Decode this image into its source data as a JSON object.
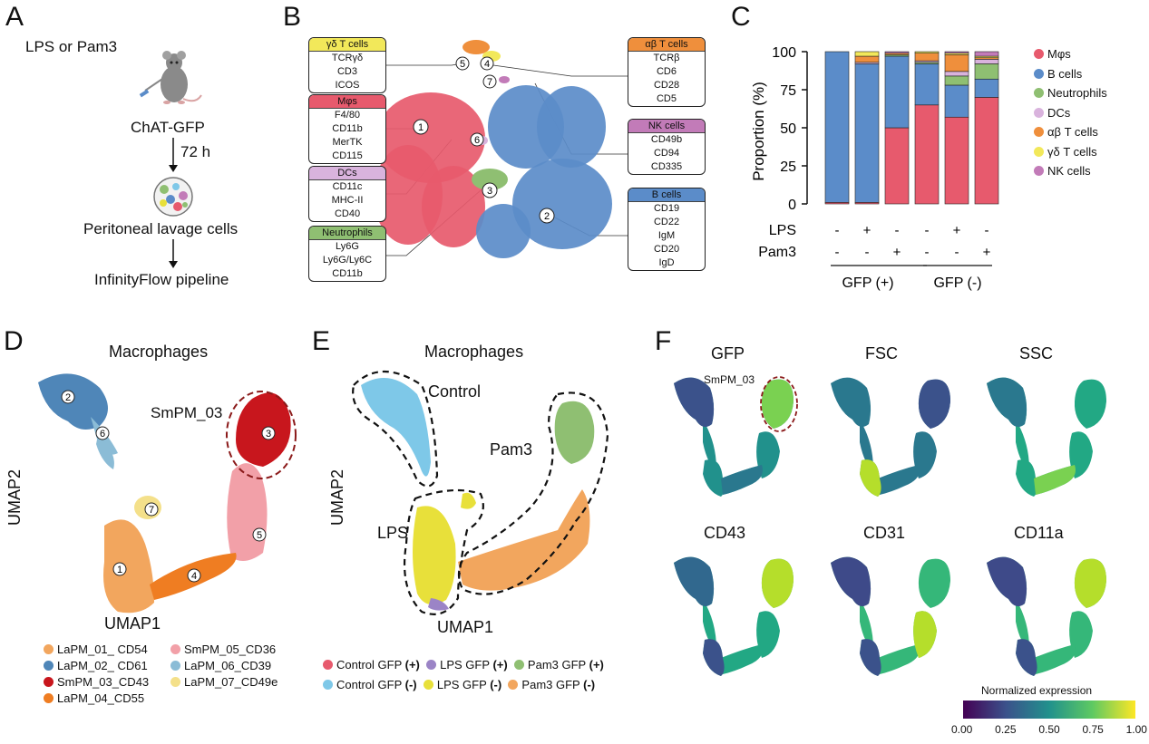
{
  "panels": {
    "A": {
      "letter": "A",
      "treatment": "LPS or Pam3",
      "mouse": "ChAT-GFP",
      "time": "72 h",
      "cells": "Peritoneal lavage cells",
      "pipeline": "InfinityFlow pipeline"
    },
    "B": {
      "letter": "B",
      "boxes": [
        {
          "title": "γδ T cells",
          "color": "#f2e85a",
          "lines": [
            "TCRγδ",
            "CD3",
            "ICOS"
          ]
        },
        {
          "title": "Mφs",
          "color": "#e75a6d",
          "lines": [
            "F4/80",
            "CD11b",
            "MerTK",
            "CD115"
          ]
        },
        {
          "title": "DCs",
          "color": "#d9b3dd",
          "lines": [
            "CD11c",
            "MHC-II",
            "CD40"
          ]
        },
        {
          "title": "Neutrophils",
          "color": "#8fbf72",
          "lines": [
            "Ly6G",
            "Ly6G/Ly6C",
            "CD11b"
          ]
        },
        {
          "title": "αβ T cells",
          "color": "#ef8f3c",
          "lines": [
            "TCRβ",
            "CD6",
            "CD28",
            "CD5"
          ]
        },
        {
          "title": "NK cells",
          "color": "#c27bb8",
          "lines": [
            "CD49b",
            "CD94",
            "CD335"
          ]
        },
        {
          "title": "B cells",
          "color": "#5b8cc9",
          "lines": [
            "CD19",
            "CD22",
            "IgM",
            "CD20",
            "IgD"
          ]
        }
      ],
      "cluster_numbers": [
        "1",
        "2",
        "3",
        "4",
        "5",
        "6",
        "7"
      ]
    },
    "C": {
      "letter": "C",
      "ylabel": "Proportion (%)",
      "yticks": [
        "0",
        "25",
        "50",
        "75",
        "100"
      ],
      "row_labels": [
        "LPS",
        "Pam3"
      ],
      "lps_signs": [
        "-",
        "+",
        "-",
        "-",
        "+",
        "-"
      ],
      "pam3_signs": [
        "-",
        "-",
        "+",
        "-",
        "-",
        "+"
      ],
      "group_labels": [
        "GFP (+)",
        "GFP (-)"
      ],
      "legend": [
        "Mφs",
        "B cells",
        "Neutrophils",
        "DCs",
        "αβ T cells",
        "γδ T cells",
        "NK cells"
      ]
    },
    "D": {
      "letter": "D",
      "title": "Macrophages",
      "xlabel": "UMAP1",
      "ylabel": "UMAP2",
      "callout": "SmPM_03",
      "legend": [
        {
          "label": "LaPM_01_ CD54",
          "color": "#f2a65e"
        },
        {
          "label": "LaPM_02_ CD61",
          "color": "#4f86b8"
        },
        {
          "label": "SmPM_03_CD43",
          "color": "#c8161d"
        },
        {
          "label": "LaPM_04_CD55",
          "color": "#ef7d22"
        },
        {
          "label": "SmPM_05_CD36",
          "color": "#f2a0a8"
        },
        {
          "label": "LaPM_06_CD39",
          "color": "#8bbcd6"
        },
        {
          "label": "LaPM_07_CD49e",
          "color": "#f4e08a"
        }
      ],
      "cluster_numbers": [
        "1",
        "2",
        "3",
        "4",
        "5",
        "6",
        "7"
      ]
    },
    "E": {
      "letter": "E",
      "title": "Macrophages",
      "xlabel": "UMAP1",
      "ylabel": "UMAP2",
      "labels": [
        "Control",
        "Pam3",
        "LPS"
      ],
      "legend": [
        {
          "label": "Control GFP",
          "sign": "(+)",
          "color": "#e75a6d"
        },
        {
          "label": "LPS GFP",
          "sign": "(+)",
          "color": "#9b84c6"
        },
        {
          "label": "Pam3 GFP",
          "sign": "(+)",
          "color": "#8fbf72"
        },
        {
          "label": "Control GFP",
          "sign": "(-)",
          "color": "#7ec8e8"
        },
        {
          "label": "LPS GFP",
          "sign": "(-)",
          "color": "#e8e03a"
        },
        {
          "label": "Pam3 GFP",
          "sign": "(-)",
          "color": "#f2a65e"
        }
      ]
    },
    "F": {
      "letter": "F",
      "titles": [
        "GFP",
        "FSC",
        "SSC",
        "CD43",
        "CD31",
        "CD11a"
      ],
      "callout": "SmPM_03",
      "colorbar_title": "Normalized expression",
      "colorbar_ticks": [
        "0.00",
        "0.25",
        "0.50",
        "0.75",
        "1.00"
      ],
      "colorbar_colors": [
        "#440154",
        "#3b528b",
        "#21918c",
        "#5ec962",
        "#fde725"
      ]
    }
  },
  "chart_data": {
    "type": "bar",
    "stacked": true,
    "categories": [
      "GFP(+) ctrl",
      "GFP(+) LPS",
      "GFP(+) Pam3",
      "GFP(-) ctrl",
      "GFP(-) LPS",
      "GFP(-) Pam3"
    ],
    "ylabel": "Proportion (%)",
    "ylim": [
      0,
      100
    ],
    "series": [
      {
        "name": "Mφs",
        "color": "#e75a6d",
        "values": [
          1,
          1,
          50,
          65,
          57,
          70
        ]
      },
      {
        "name": "B cells",
        "color": "#5b8cc9",
        "values": [
          99,
          91,
          47,
          27,
          21,
          12
        ]
      },
      {
        "name": "Neutrophils",
        "color": "#8fbf72",
        "values": [
          0,
          0,
          1,
          1,
          6,
          10
        ]
      },
      {
        "name": "DCs",
        "color": "#d9b3dd",
        "values": [
          0,
          1,
          0,
          1,
          3,
          3
        ]
      },
      {
        "name": "αβ T cells",
        "color": "#ef8f3c",
        "values": [
          0,
          4,
          1,
          5,
          11,
          1
        ]
      },
      {
        "name": "γδ T cells",
        "color": "#f2e85a",
        "values": [
          0,
          3,
          0,
          1,
          1,
          1
        ]
      },
      {
        "name": "NK cells",
        "color": "#c27bb8",
        "values": [
          0,
          0,
          1,
          0,
          1,
          3
        ]
      }
    ]
  }
}
